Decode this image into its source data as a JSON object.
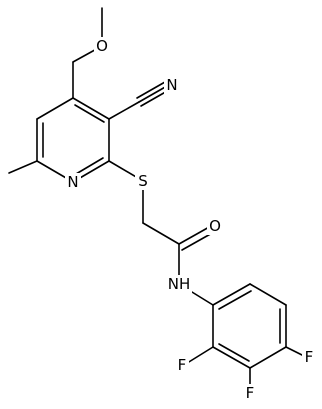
{
  "molecule": {
    "labels": {
      "methoxy_o": "O",
      "nitrile_n": "N",
      "ring_n": "N",
      "thioether_s": "S",
      "carbonyl_o": "O",
      "amide_nh": "NH",
      "f_ortho": "F",
      "f_meta": "F",
      "f_para": "F"
    }
  }
}
